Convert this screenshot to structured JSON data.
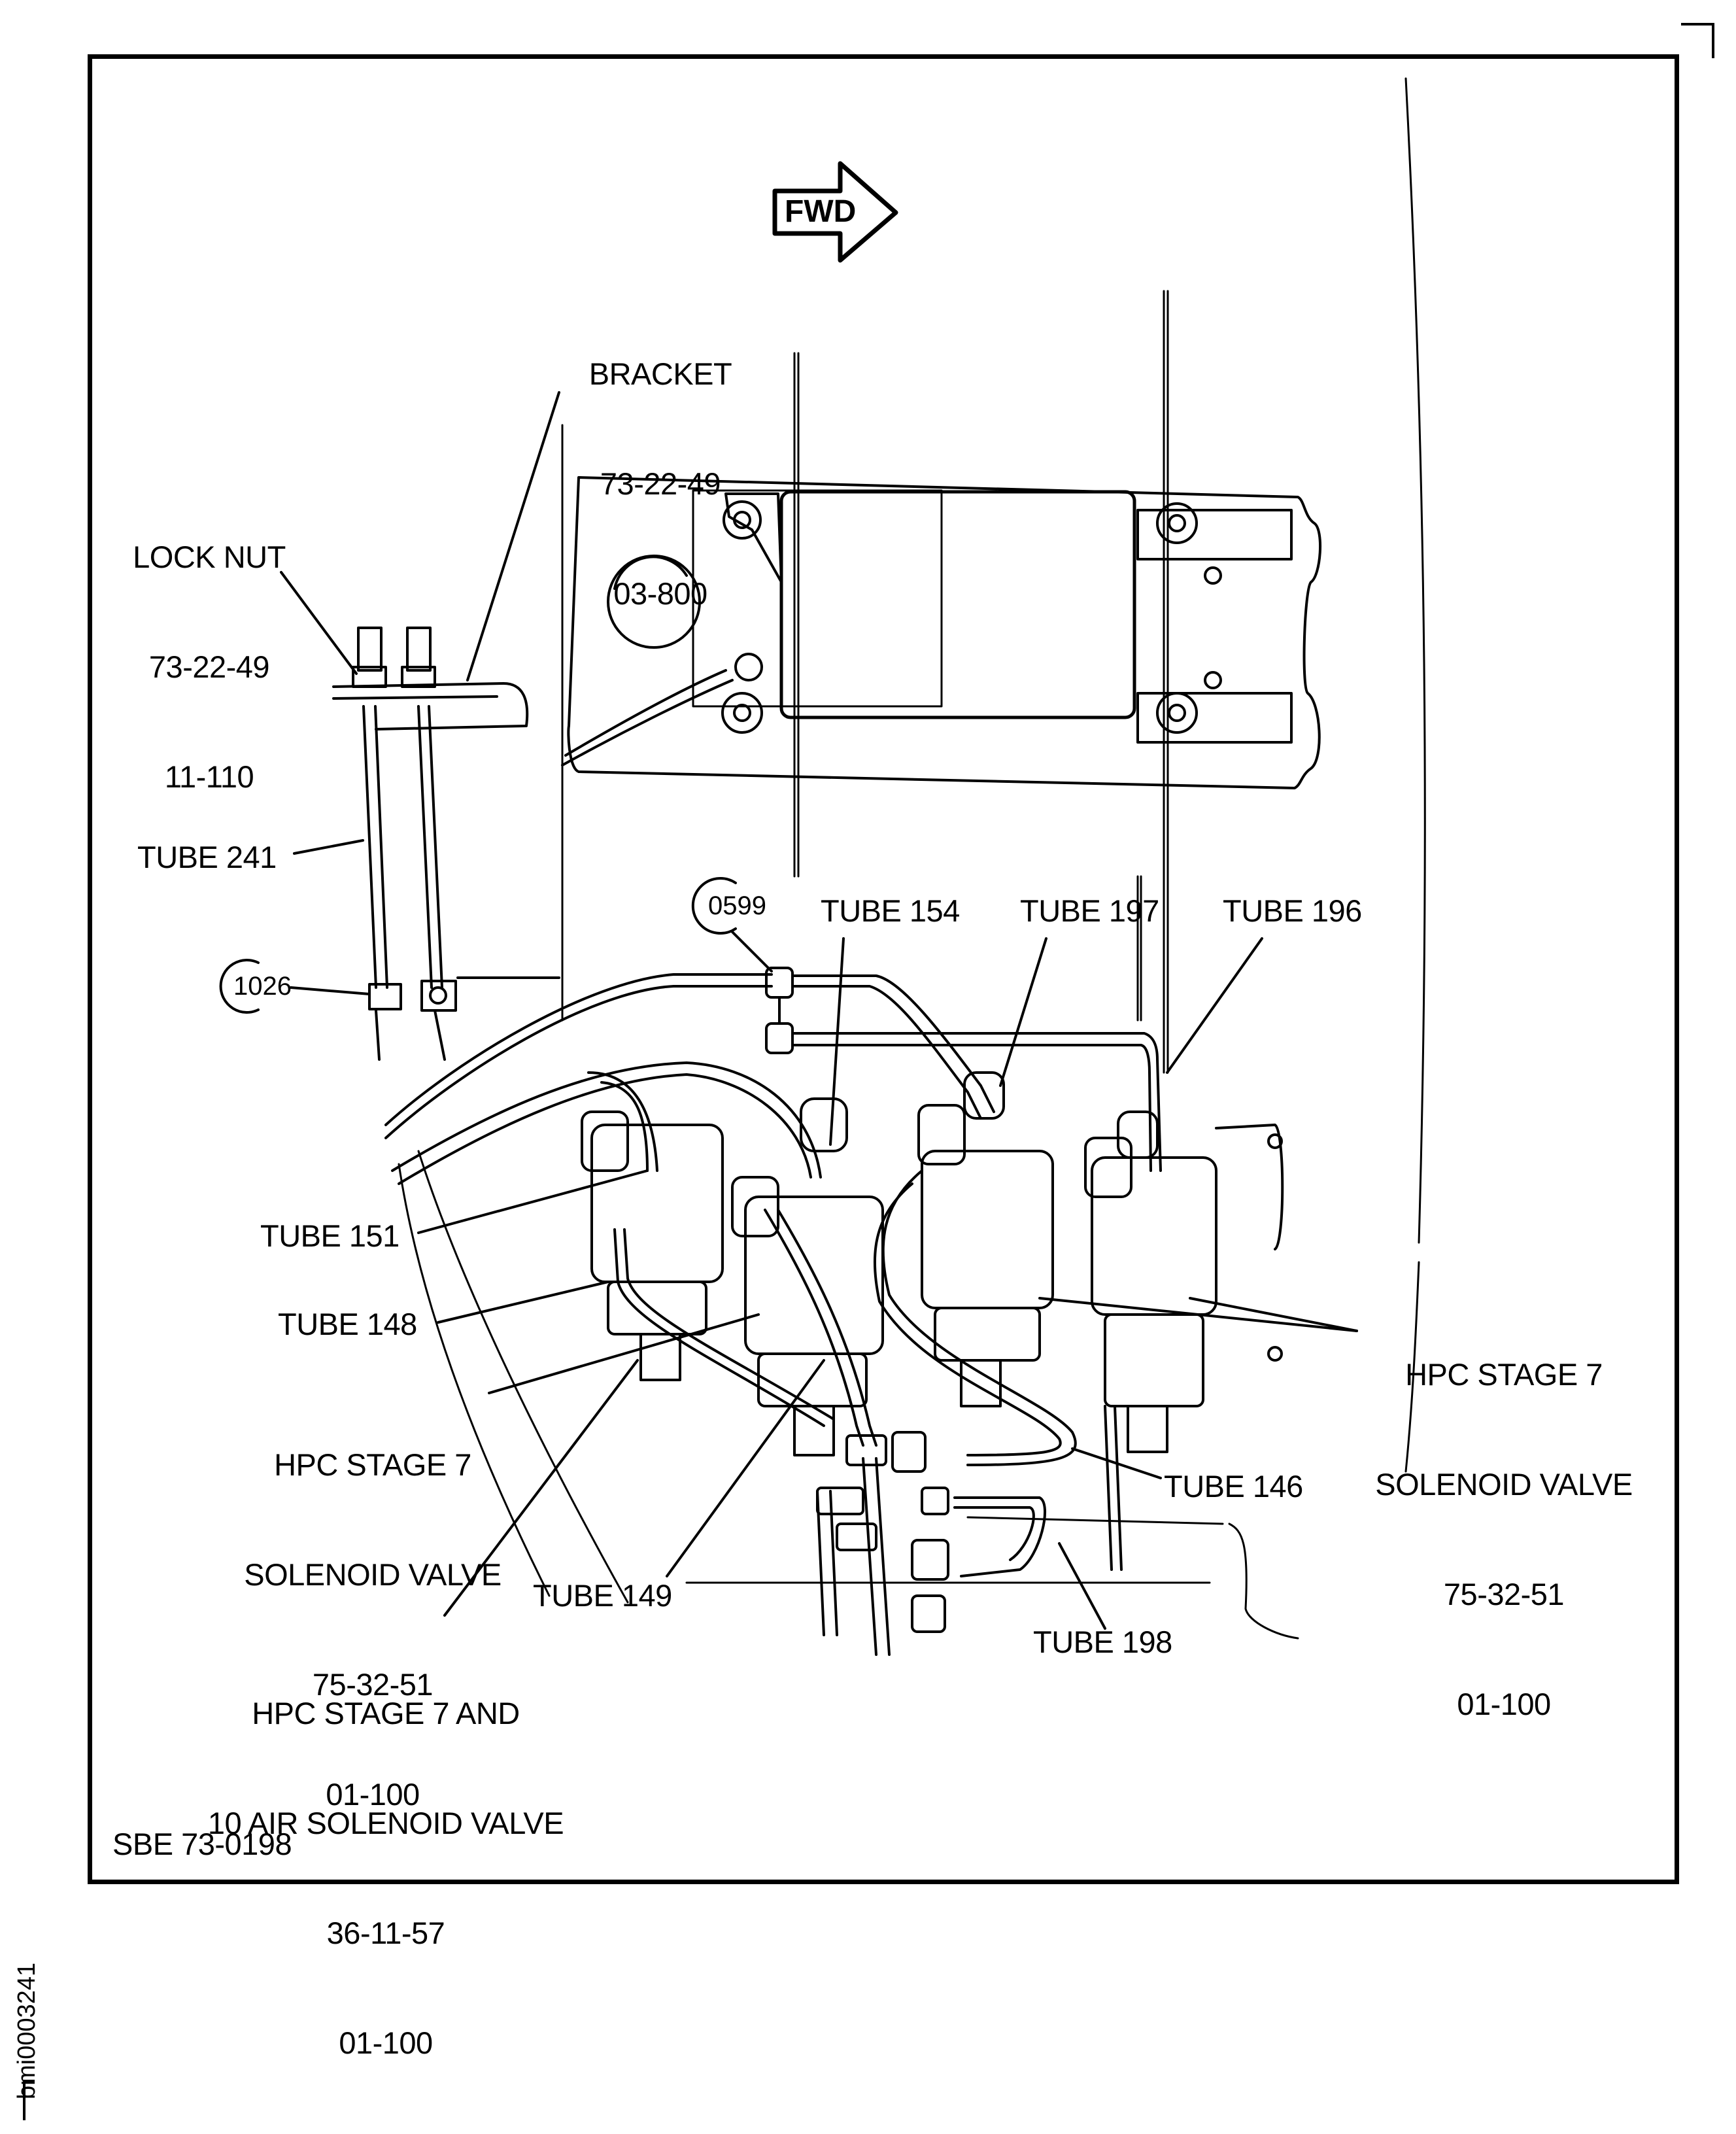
{
  "figure": {
    "direction_indicator": "FWD",
    "reference": "SBE 73-0198",
    "sheet_id": "bmi0003241"
  },
  "callouts": {
    "bracket": {
      "name": "BRACKET",
      "ref1": "73-22-49",
      "ref2": "03-800"
    },
    "lock_nut": {
      "name": "LOCK NUT",
      "ref1": "73-22-49",
      "ref2": "11-110"
    },
    "tube_241": "TUBE 241",
    "item_1026": "1026",
    "item_0599": "0599",
    "tube_154": "TUBE 154",
    "tube_197": "TUBE 197",
    "tube_196": "TUBE 196",
    "tube_151": "TUBE 151",
    "tube_148": "TUBE 148",
    "hpc_valve_left": {
      "line1": "HPC STAGE 7",
      "line2": "SOLENOID VALVE",
      "ref1": "75-32-51",
      "ref2": "01-100"
    },
    "hpc_valve_right": {
      "line1": "HPC STAGE 7",
      "line2": "SOLENOID VALVE",
      "ref1": "75-32-51",
      "ref2": "01-100"
    },
    "tube_146": "TUBE 146",
    "tube_149": "TUBE 149",
    "tube_198": "TUBE 198",
    "hpc_7_10_valve": {
      "line1": "HPC STAGE 7 AND",
      "line2": "10 AIR SOLENOID VALVE",
      "ref1": "36-11-57",
      "ref2": "01-100"
    }
  }
}
